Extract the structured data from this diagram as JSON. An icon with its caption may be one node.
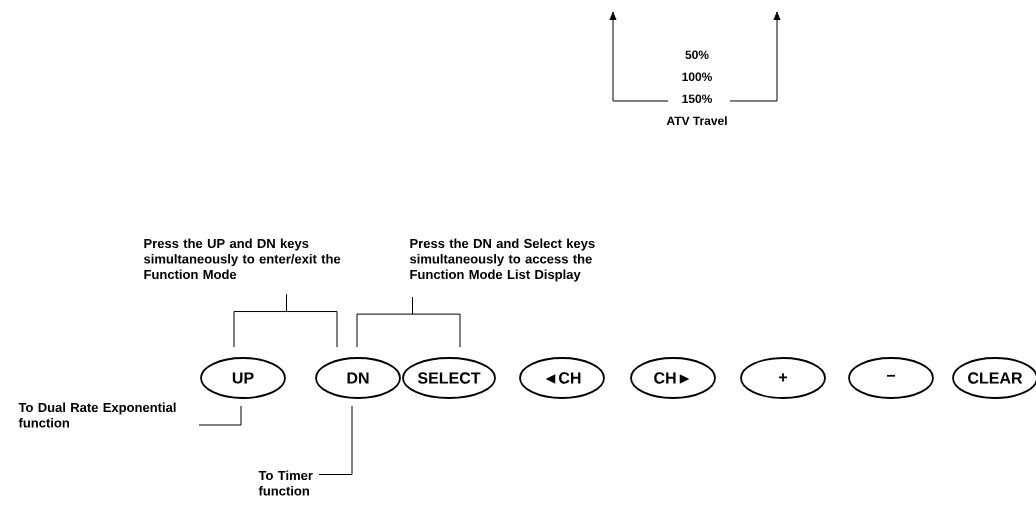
{
  "diagram": {
    "nodes": [
      {
        "text": [
          "UP"
        ]
      },
      {
        "text": [
          "DN"
        ]
      },
      {
        "text": [
          "SELECT"
        ]
      },
      {
        "text": [
          "◄CH"
        ]
      },
      {
        "text": [
          "CH►"
        ]
      },
      {
        "text": [
          "+"
        ]
      },
      {
        "text": [
          "−"
        ]
      },
      {
        "text": [
          "CLEAR"
        ]
      },
      {
        "text": [
          "Press the UP and DN keys simultaneously to enter/exit the Function Mode"
        ]
      },
      {
        "text": [
          "Press the DN and Select keys simultaneously to access the Function Mode List Display"
        ]
      },
      {
        "text": [
          "To Dual Rate Exponential function"
        ]
      },
      {
        "text": [
          "To Timer function"
        ]
      },
      {
        "text": [
          "50%",
          "100%",
          "150%",
          "ATV Travel"
        ]
      }
    ],
    "edges": [
      {
        "from": 8,
        "to": 0,
        "arrow": "none"
      },
      {
        "from": 8,
        "to": 1,
        "arrow": "none"
      },
      {
        "from": 9,
        "to": 1,
        "arrow": "none"
      },
      {
        "from": 9,
        "to": 2,
        "arrow": "none"
      },
      {
        "from": 10,
        "to": 0,
        "arrow": "none"
      },
      {
        "from": 11,
        "to": 1,
        "arrow": "none"
      },
      {
        "from": 12,
        "to": null,
        "arrow": "to"
      },
      {
        "from": 12,
        "to": null,
        "arrow": "to"
      }
    ]
  }
}
